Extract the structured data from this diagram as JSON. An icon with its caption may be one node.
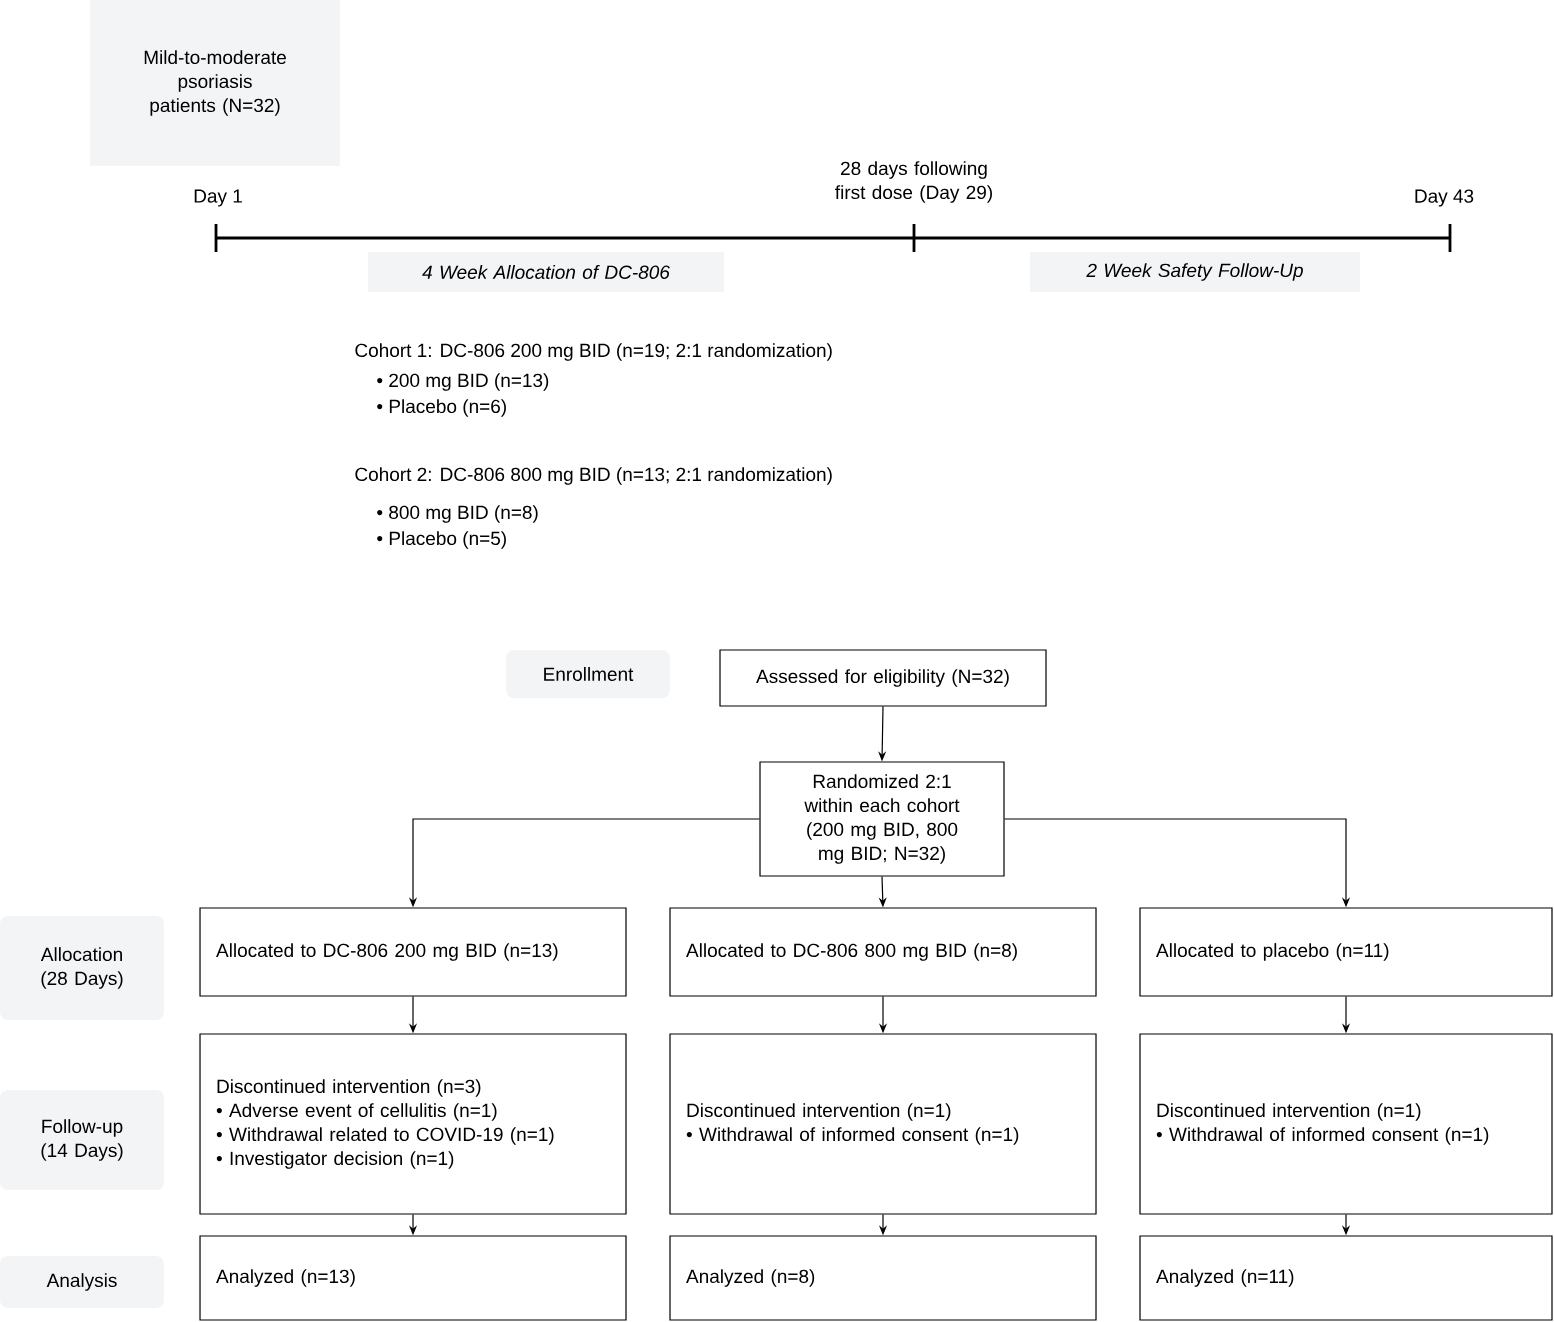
{
  "diagram": {
    "nodes": [
      {
        "text": [
          "Mild-to-moderate psoriasis patients (N=32)"
        ]
      },
      {
        "text": [
          "4 Week Allocation of DC-806"
        ]
      },
      {
        "text": [
          "2 Week Safety Follow-Up"
        ]
      },
      {
        "text": [
          "Enrollment"
        ]
      },
      {
        "text": [
          "Assessed for eligibility (N=32)"
        ]
      },
      {
        "text": [
          "Randomized 2:1 within each cohort (200 mg BID, 800 mg BID; N=32)"
        ]
      },
      {
        "text": [
          "Allocation (28 Days)"
        ]
      },
      {
        "text": [
          "Allocated to DC-806 200 mg BID (n=13)"
        ]
      },
      {
        "text": [
          "Allocated to DC-806 800 mg BID (n=8)"
        ]
      },
      {
        "text": [
          "Allocated to placebo (n=11)"
        ]
      },
      {
        "text": [
          "Follow-up (14 Days)"
        ]
      },
      {
        "text": [
          "Discontinued intervention (n=3)",
          "• Adverse event of cellulitis (n=1)",
          "• Withdrawal related to COVID-19 (n=1)",
          "• Investigator decision (n=1)"
        ]
      },
      {
        "text": [
          "Discontinued intervention (n=1)",
          "• Withdrawal of informed consent (n=1)"
        ]
      },
      {
        "text": [
          "Discontinued intervention (n=1)",
          "• Withdrawal of informed consent (n=1)"
        ]
      },
      {
        "text": [
          "Analysis"
        ]
      },
      {
        "text": [
          "Analyzed (n=13)"
        ]
      },
      {
        "text": [
          "Analyzed (n=8)"
        ]
      },
      {
        "text": [
          "Analyzed (n=11)"
        ]
      }
    ],
    "edges": [
      {
        "from": 4,
        "to": 5,
        "arrow": "to"
      },
      {
        "from": 5,
        "to": 7,
        "arrow": "to"
      },
      {
        "from": 5,
        "to": 8,
        "arrow": "to"
      },
      {
        "from": 5,
        "to": 9,
        "arrow": "to"
      },
      {
        "from": 7,
        "to": 11,
        "arrow": "to"
      },
      {
        "from": 8,
        "to": 12,
        "arrow": "to"
      },
      {
        "from": 9,
        "to": 13,
        "arrow": "to"
      },
      {
        "from": 11,
        "to": 15,
        "arrow": "to"
      },
      {
        "from": 12,
        "to": 16,
        "arrow": "to"
      },
      {
        "from": 13,
        "to": 17,
        "arrow": "to"
      }
    ],
    "labels": [
      "Day 1",
      "28 days following first dose (Day 29)",
      "Day 43",
      "Cohort 1: DC-806 200 mg BID (n=19; 2:1 randomization)",
      "• 200 mg BID (n=13)",
      "• Placebo (n=6)",
      "Cohort 2: DC-806 800 mg BID (n=13; 2:1 randomization)",
      "• 800 mg BID (n=8)",
      "• Placebo (n=5)"
    ]
  }
}
